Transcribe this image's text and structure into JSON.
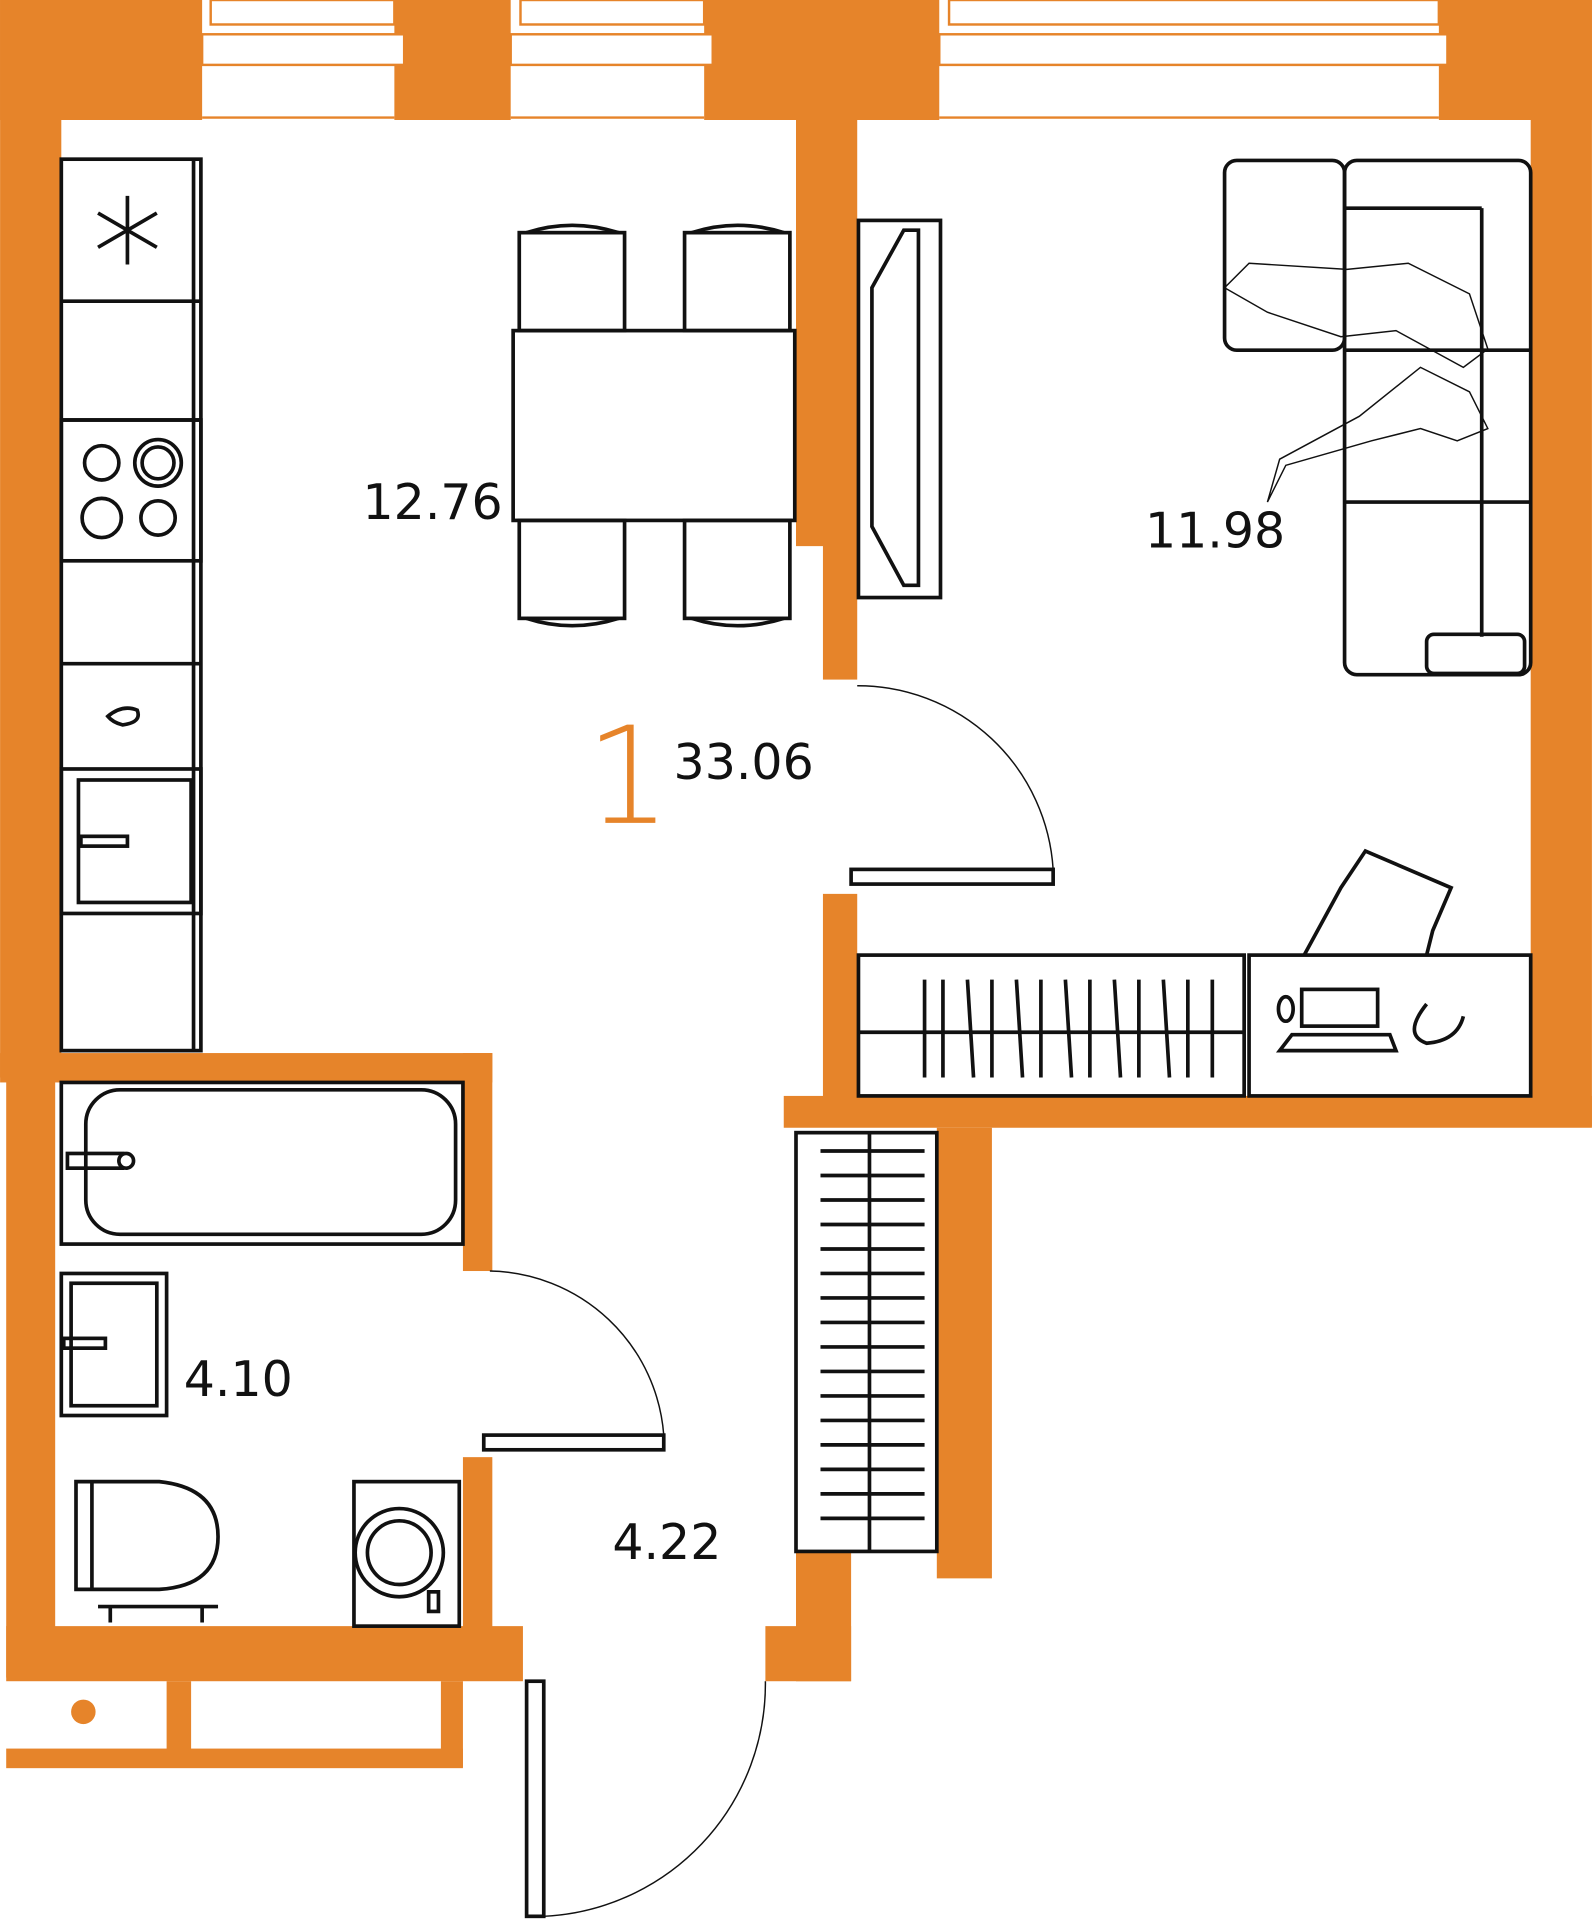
{
  "plan": {
    "room_count": "1",
    "total_area": "33.06",
    "rooms": {
      "kitchen_living": "12.76",
      "bedroom": "11.98",
      "bathroom": "4.10",
      "hallway": "4.22"
    }
  },
  "colors": {
    "wall": "#E6842A",
    "furniture": "#111111",
    "background": "#FFFFFF"
  }
}
